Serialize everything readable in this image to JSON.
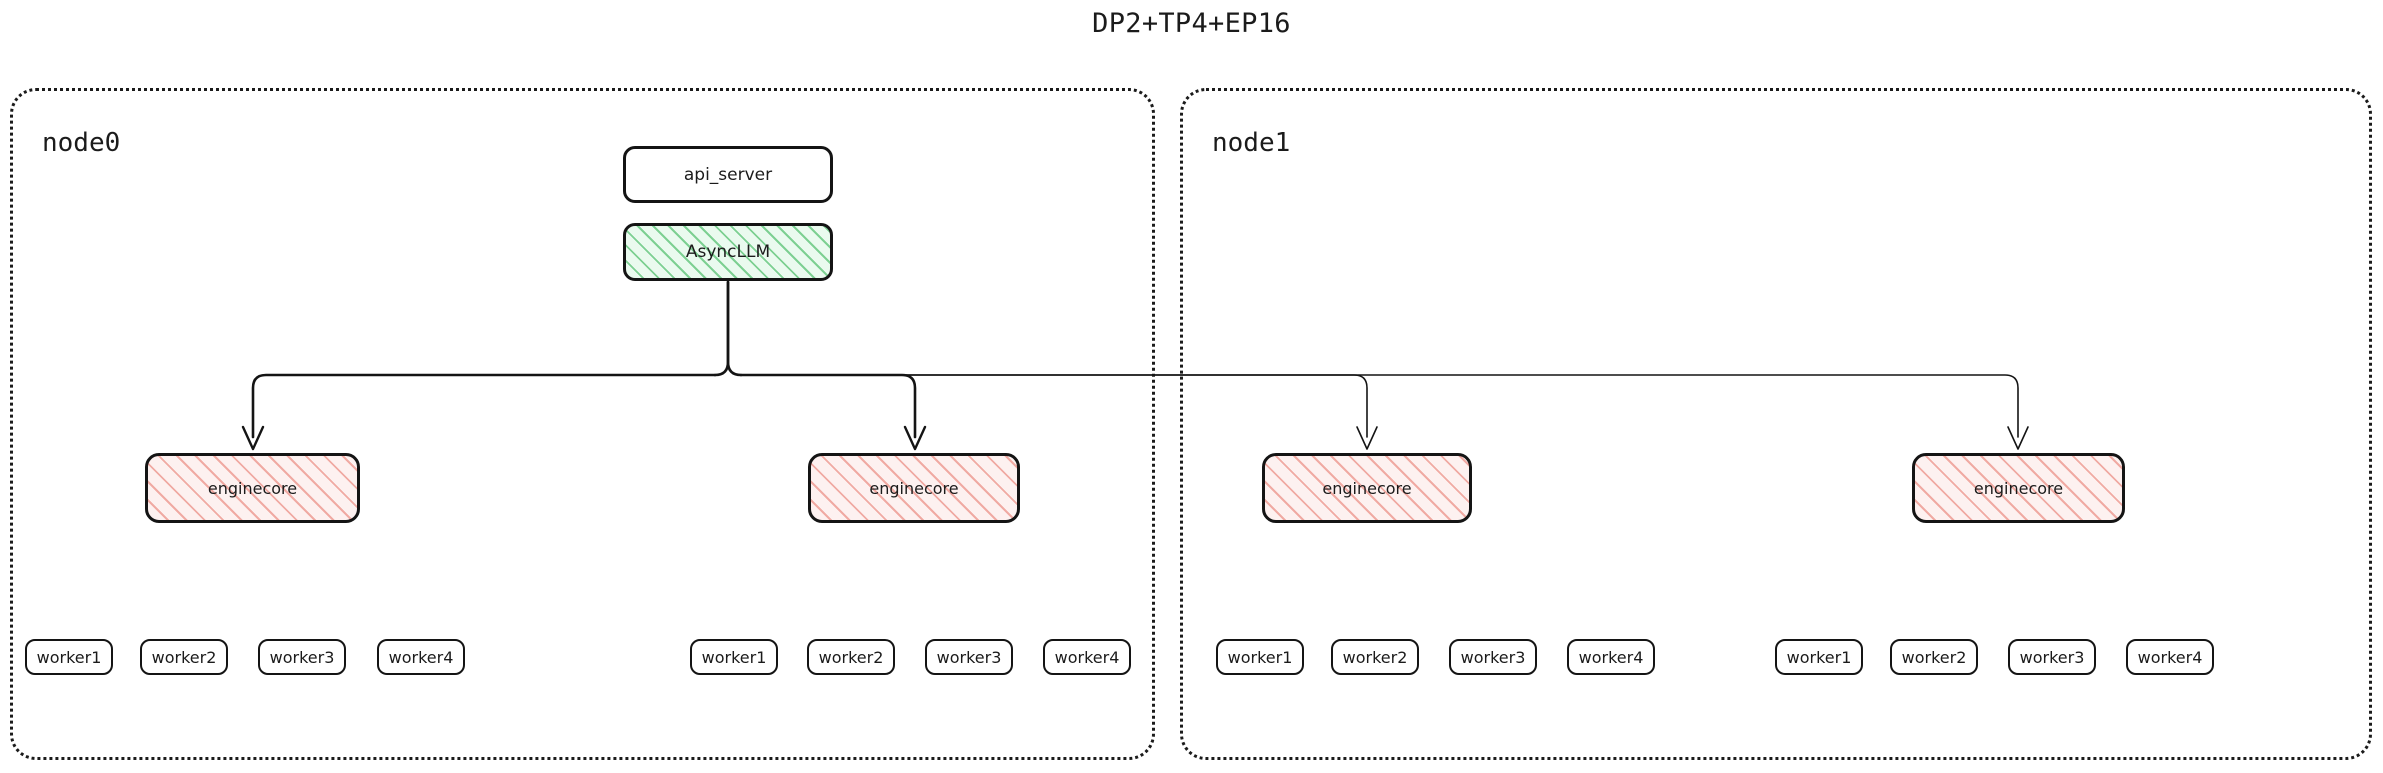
{
  "title": "DP2+TP4+EP16",
  "colors": {
    "stroke": "#141414",
    "text": "#1b1b1b",
    "async_llm_hatch": "#6ac882",
    "async_llm_fill": "#eafaef",
    "enginecore_hatch": "#eb8c82",
    "enginecore_fill": "#fdf1f0",
    "node_border": "#1b1b1b",
    "background": "#ffffff"
  },
  "nodes": [
    {
      "label": "node0",
      "api_server": {
        "label": "api_server"
      },
      "async_llm": {
        "label": "AsyncLLM"
      },
      "enginecores": [
        {
          "label": "enginecore",
          "workers": [
            {
              "label": "worker1"
            },
            {
              "label": "worker2"
            },
            {
              "label": "worker3"
            },
            {
              "label": "worker4"
            }
          ]
        },
        {
          "label": "enginecore",
          "workers": [
            {
              "label": "worker1"
            },
            {
              "label": "worker2"
            },
            {
              "label": "worker3"
            },
            {
              "label": "worker4"
            }
          ]
        }
      ]
    },
    {
      "label": "node1",
      "enginecores": [
        {
          "label": "enginecore",
          "workers": [
            {
              "label": "worker1"
            },
            {
              "label": "worker2"
            },
            {
              "label": "worker3"
            },
            {
              "label": "worker4"
            }
          ]
        },
        {
          "label": "enginecore",
          "workers": [
            {
              "label": "worker1"
            },
            {
              "label": "worker2"
            },
            {
              "label": "worker3"
            },
            {
              "label": "worker4"
            }
          ]
        }
      ]
    }
  ]
}
